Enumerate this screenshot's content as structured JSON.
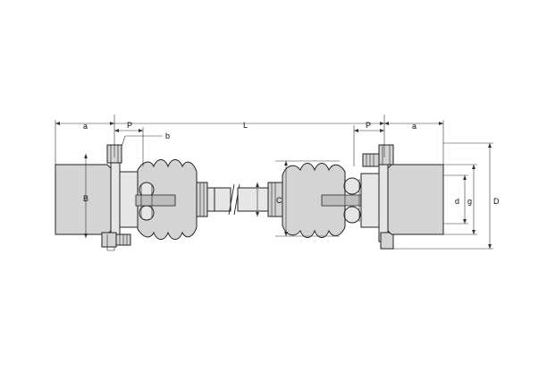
{
  "diagram": {
    "dimension_labels": {
      "a_left": "a",
      "p_left": "P",
      "b": "b",
      "L": "L",
      "p_right": "P",
      "a_right": "a",
      "B": "B",
      "C": "C",
      "d": "d",
      "g": "g",
      "D": "D"
    },
    "colors": {
      "line": "#222222",
      "fill": "#d4d4d4",
      "background": "#ffffff"
    }
  }
}
